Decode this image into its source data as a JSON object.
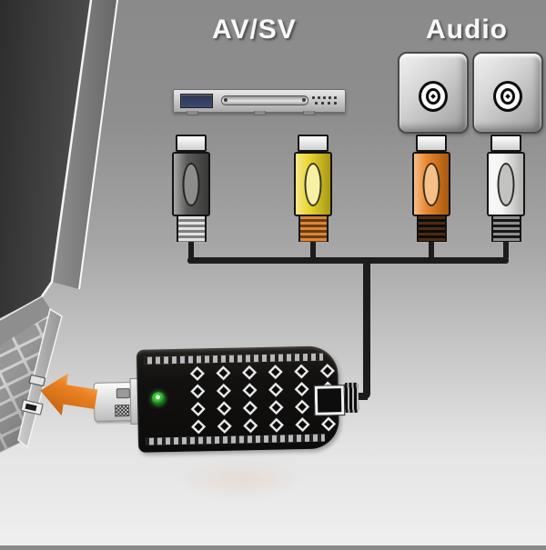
{
  "labels": {
    "av_sv": "AV/SV",
    "audio": "Audio"
  },
  "colors": {
    "background_top": "#8a8a8a",
    "background_bottom": "#efefef",
    "cable": "#1c1c1c",
    "arrow_orange": "#ec8220",
    "led_green": "#3cc23c"
  },
  "connectors": [
    {
      "name": "s-video-plug",
      "color": "#4e4e4c",
      "oval_color": "#8d8d8b"
    },
    {
      "name": "composite-video-plug",
      "color": "#e9d21c",
      "oval_color": "#f6f0a2"
    },
    {
      "name": "audio-right-plug",
      "color": "#e87b18",
      "oval_color": "#f6c188"
    },
    {
      "name": "audio-left-plug",
      "color": "#f3f3f1",
      "oval_color": "#c2c2c0"
    }
  ],
  "led": {
    "state": "on",
    "color": "#3cc23c"
  }
}
